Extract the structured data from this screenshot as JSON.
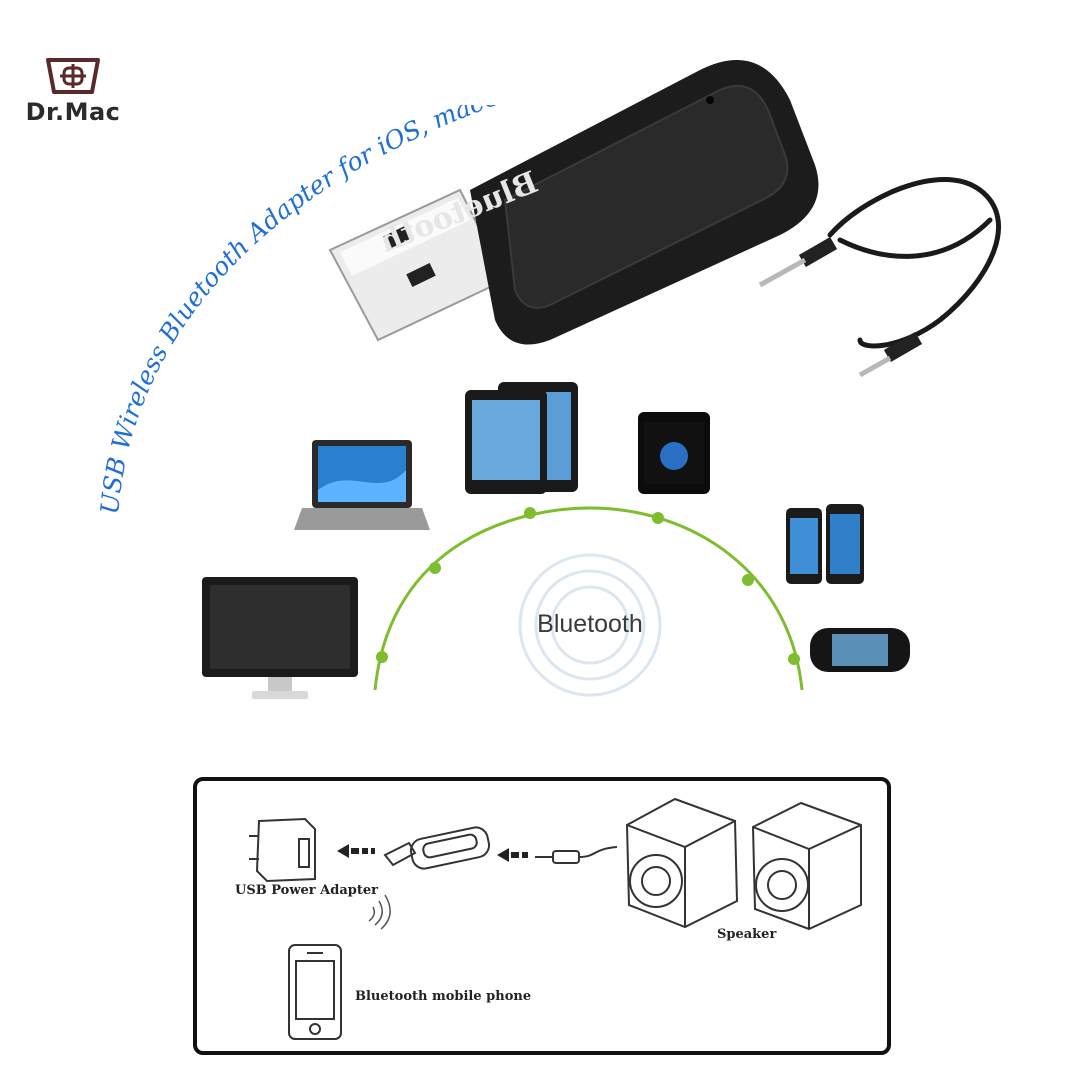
{
  "brand": {
    "name": "Dr.Mac"
  },
  "tagline": "USB Wireless Bluetooth Adapter for  iOS, macOS",
  "product": {
    "label": "Bluetooth"
  },
  "center_label": "Bluetooth",
  "diagram": {
    "power_adapter": "USB Power Adapter",
    "phone": "Bluetooth mobile phone",
    "speaker": "Speaker"
  },
  "colors": {
    "accent_blue": "#1f6fd6",
    "arc_green": "#7dbd2e",
    "dark": "#1c1c1c"
  }
}
